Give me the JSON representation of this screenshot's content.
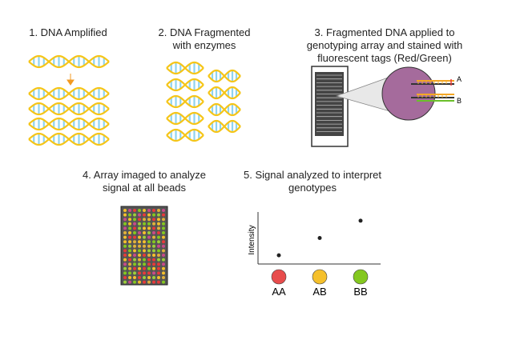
{
  "steps": {
    "step1": "1. DNA Amplified",
    "step2_line1": "2. DNA Fragmented",
    "step2_line2": "with enzymes",
    "step3_line1": "3. Fragmented DNA applied to",
    "step3_line2": "genotyping array and stained with",
    "step3_line3": "fluorescent tags (Red/Green)",
    "step4_line1": "4. Array imaged to analyze",
    "step4_line2": "signal at all beads",
    "step5_line1": "5. Signal analyzed to interpret",
    "step5_line2": "genotypes"
  },
  "probe_labels": {
    "a": "A",
    "b": "B"
  },
  "chart_data": {
    "type": "scatter",
    "ylabel": "Intensity",
    "categories": [
      "AA",
      "AB",
      "BB"
    ],
    "values": [
      1,
      3,
      5
    ],
    "category_colors": [
      "#e84c4c",
      "#f5c02b",
      "#84c81f"
    ]
  },
  "colors": {
    "dna_backbone": "#f5c518",
    "dna_rung": "#8fd3f0",
    "arrow": "#f39a21",
    "bead_circle": "#a56b9c",
    "array_bg": "#555555",
    "red_tag": "#e83a3a",
    "green_tag": "#6bbf2a",
    "orange_tag": "#f5a623"
  }
}
